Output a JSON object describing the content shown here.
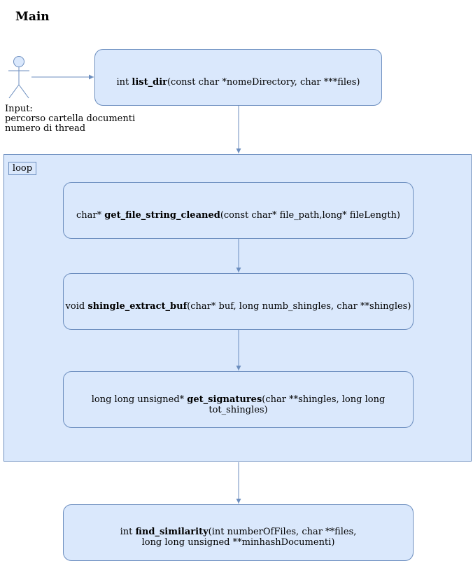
{
  "diagram": {
    "title": "Main",
    "loop_label": "loop",
    "input": {
      "line1": "Input:",
      "line2": "percorso cartella documenti",
      "line3": "numero di thread"
    },
    "steps": [
      {
        "pre": "int ",
        "name": "list_dir",
        "post": "(const char *nomeDirectory, char ***files)"
      },
      {
        "pre": "char* ",
        "name": "get_file_string_cleaned",
        "post": "(const char* file_path,long* fileLength)"
      },
      {
        "pre": "void ",
        "name": "shingle_extract_buf",
        "post": "(char* buf, long numb_shingles, char **shingles)"
      },
      {
        "pre": "long long unsigned* ",
        "name": "get_signatures",
        "post": "(char **shingles, long long tot_shingles)"
      },
      {
        "pre": "int ",
        "name": "find_similarity",
        "post": "(int numberOfFiles, char **files,",
        "line2": "long long unsigned **minhashDocumenti)"
      }
    ],
    "colors": {
      "fill": "#dae8fc",
      "stroke": "#6c8ebf"
    }
  }
}
